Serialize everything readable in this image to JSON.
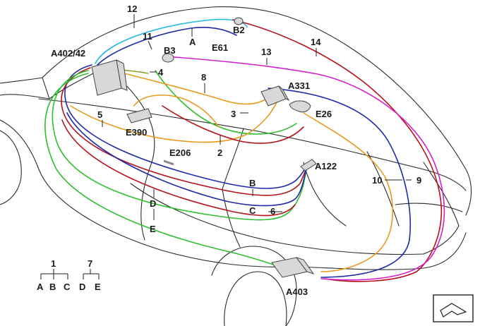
{
  "colors": {
    "blue": "#1f2aa8",
    "red": "#b5121b",
    "green": "#2fbf2f",
    "orange": "#e79a1c",
    "magenta": "#d21fd0",
    "cyan": "#22b8e6",
    "olive": "#8a9a2a",
    "outline": "#2b2b2b"
  },
  "labels": {
    "l12": "12",
    "lB2": "B2",
    "l11": "11",
    "lA": "A",
    "lE61": "E61",
    "l14": "14",
    "lA402": "A402/42",
    "lB3": "B3",
    "l13": "13",
    "l4": "4",
    "l8": "8",
    "lA331": "A331",
    "l5": "5",
    "l3": "3",
    "lE26": "E26",
    "lE390": "E390",
    "l2": "2",
    "lE206": "E206",
    "lA122": "A122",
    "l10": "10",
    "l9": "9",
    "lB": "B",
    "lC": "C",
    "l6": "6",
    "lD": "D",
    "lE": "E",
    "lA403": "A403"
  },
  "legend": {
    "g1": {
      "parent": "1",
      "children": [
        "A",
        "B",
        "C"
      ]
    },
    "g2": {
      "parent": "7",
      "children": [
        "D",
        "E"
      ]
    }
  },
  "icons": {
    "view": "vehicle-orientation-icon"
  }
}
